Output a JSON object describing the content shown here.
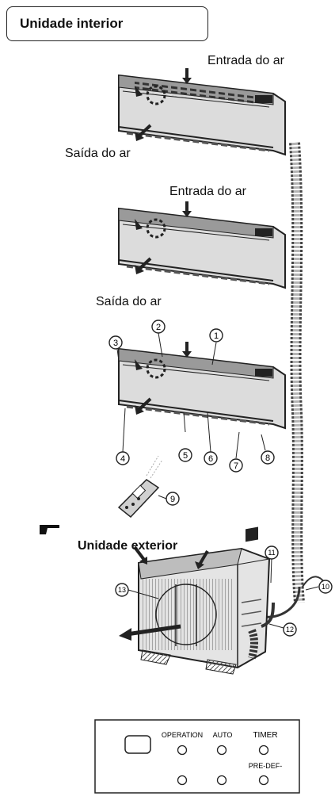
{
  "title": "Unidade interior",
  "unit1": {
    "air_in": "Entrada do ar",
    "air_out": "Saída do ar"
  },
  "unit2": {
    "air_in": "Entrada do ar",
    "air_out": "Saída do ar"
  },
  "unit3": {
    "callouts": [
      "1",
      "2",
      "3",
      "4",
      "5",
      "6",
      "7",
      "8",
      "9"
    ]
  },
  "outdoor": {
    "label": "Unidade exterior",
    "callouts": [
      "10",
      "11",
      "12",
      "13"
    ]
  },
  "panel": {
    "labels": [
      "OPERATION",
      "AUTO",
      "TIMER",
      "PRE-DEF-"
    ]
  }
}
